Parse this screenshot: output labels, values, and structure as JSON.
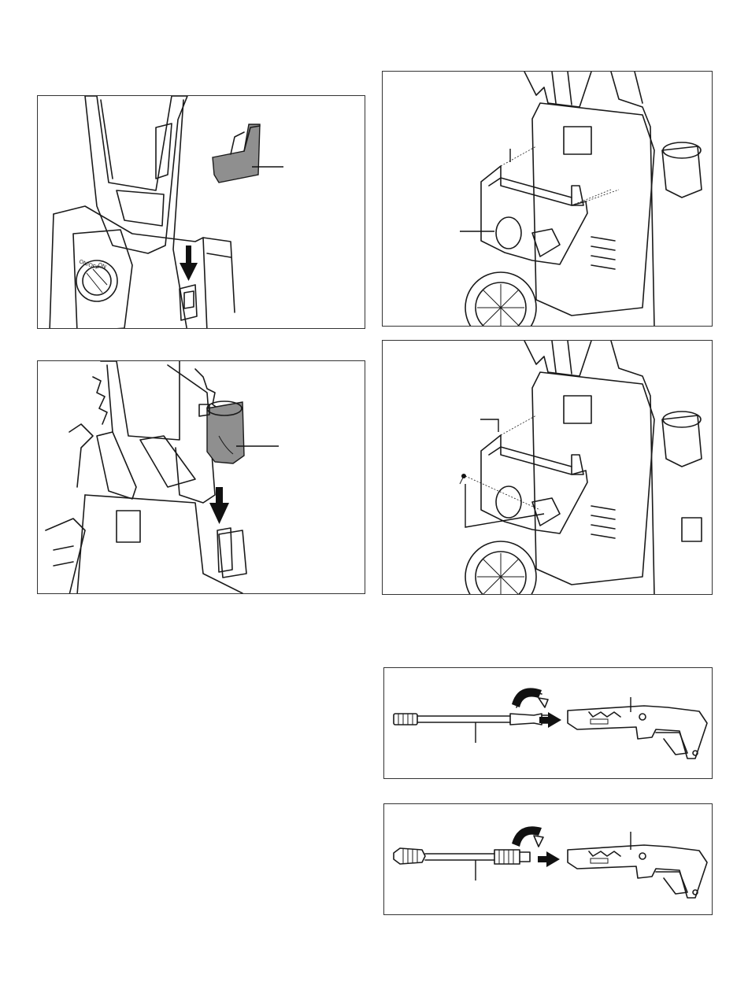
{
  "figures": [
    {
      "id": "fig-attach-holder",
      "brand_marks": [
        "ON/OFF",
        "ON"
      ]
    },
    {
      "id": "fig-bracket-top"
    },
    {
      "id": "fig-attach-cup"
    },
    {
      "id": "fig-bracket-screw"
    },
    {
      "id": "fig-lance-connect-1"
    },
    {
      "id": "fig-lance-connect-2"
    }
  ],
  "icons": [
    "arrow-down-icon",
    "rotate-arrow-icon",
    "arrow-right-icon"
  ],
  "colors": {
    "line": "#1a1a1a",
    "part_highlight": "#8f8f8f",
    "arrow": "#111111"
  }
}
